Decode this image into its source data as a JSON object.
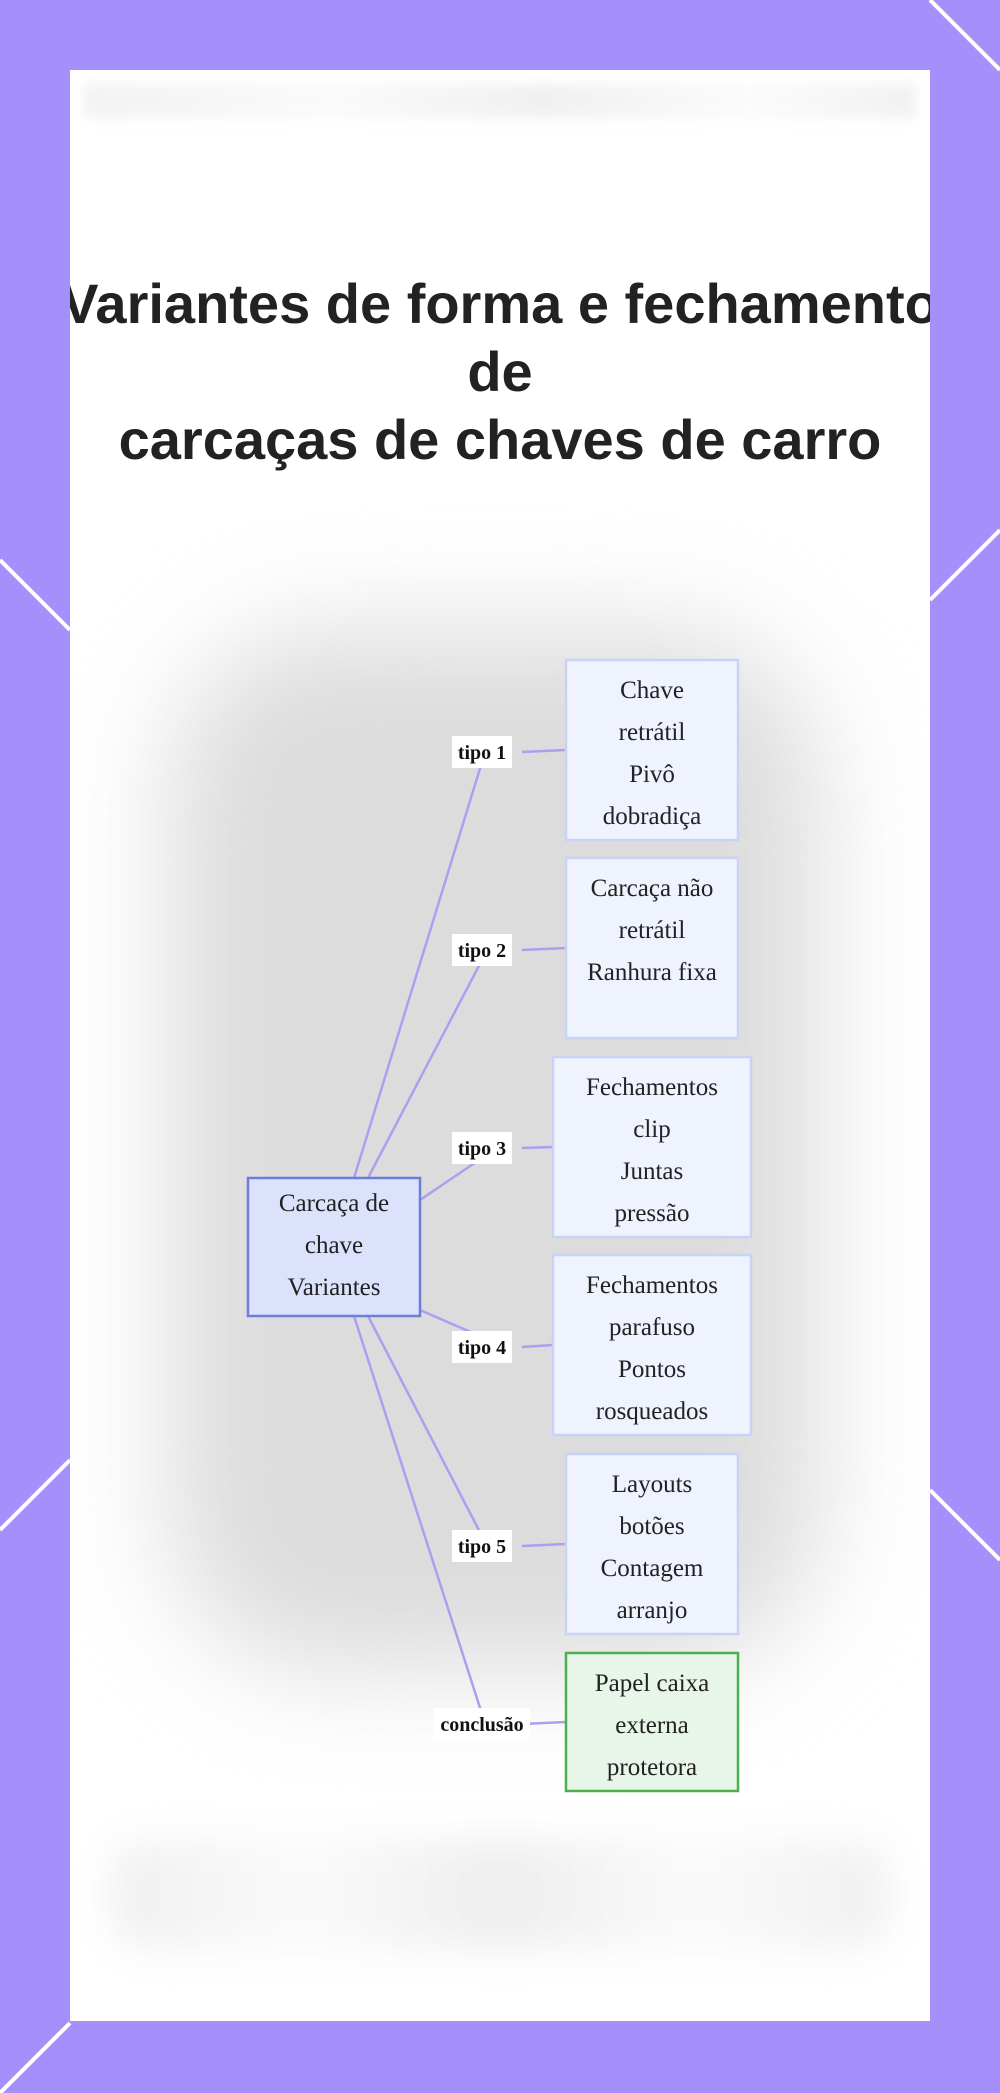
{
  "title": "Variantes de forma e fechamento de\ncarcaças de chaves de carro",
  "colors": {
    "background": "#a58ffa",
    "edge": "#b19cf0",
    "root_fill": "#dce2fb",
    "root_border": "#6b7fd6",
    "child_fill": "#eff3fe",
    "child_border": "#c8d3f5",
    "conclusion_fill": "#e8f5e9",
    "conclusion_border": "#4caf50"
  },
  "diagram": {
    "root": {
      "id": "root",
      "lines": [
        "Carcaça de",
        "chave",
        "Variantes"
      ]
    },
    "children": [
      {
        "id": "tipo-1",
        "edge_label": "tipo 1",
        "lines": [
          "Chave",
          "retrátil",
          "Pivô",
          "dobradiça"
        ]
      },
      {
        "id": "tipo-2",
        "edge_label": "tipo 2",
        "lines": [
          "Carcaça não",
          "retrátil",
          "Ranhura fixa"
        ]
      },
      {
        "id": "tipo-3",
        "edge_label": "tipo 3",
        "lines": [
          "Fechamentos",
          "clip",
          "Juntas",
          "pressão"
        ]
      },
      {
        "id": "tipo-4",
        "edge_label": "tipo 4",
        "lines": [
          "Fechamentos",
          "parafuso",
          "Pontos",
          "rosqueados"
        ]
      },
      {
        "id": "tipo-5",
        "edge_label": "tipo 5",
        "lines": [
          "Layouts",
          "botões",
          "Contagem",
          "arranjo"
        ]
      },
      {
        "id": "conclusao",
        "edge_label": "conclusão",
        "lines": [
          "Papel caixa",
          "externa",
          "protetora"
        ],
        "kind": "conclusion"
      }
    ]
  }
}
